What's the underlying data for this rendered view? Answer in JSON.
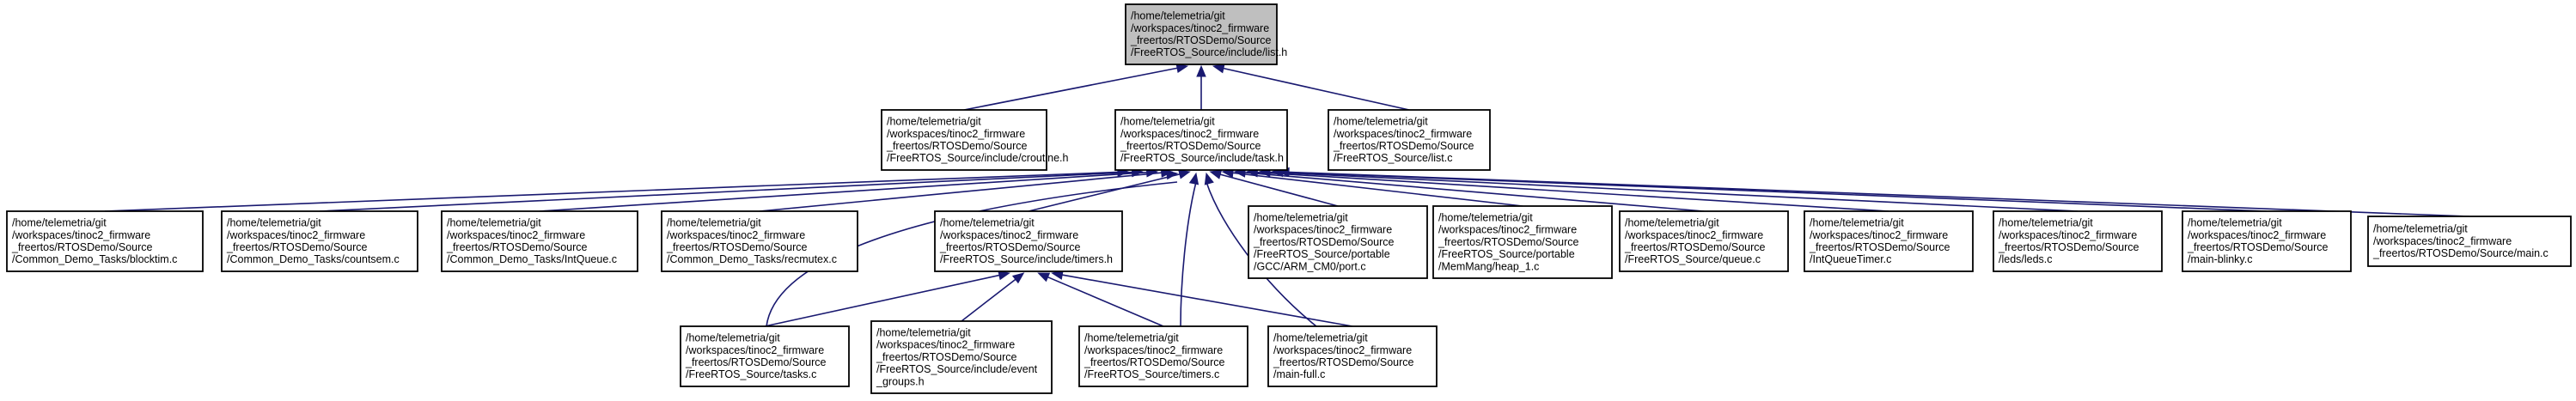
{
  "graph": {
    "nodes": [
      {
        "id": "list_h",
        "root": true,
        "lines": [
          "/home/telemetria/git",
          "/workspaces/tinoc2_firmware",
          "_freertos/RTOSDemo/Source",
          "/FreeRTOS_Source/include/list.h"
        ]
      },
      {
        "id": "croutine_h",
        "lines": [
          "/home/telemetria/git",
          "/workspaces/tinoc2_firmware",
          "_freertos/RTOSDemo/Source",
          "/FreeRTOS_Source/include/croutine.h"
        ]
      },
      {
        "id": "task_h",
        "lines": [
          "/home/telemetria/git",
          "/workspaces/tinoc2_firmware",
          "_freertos/RTOSDemo/Source",
          "/FreeRTOS_Source/include/task.h"
        ]
      },
      {
        "id": "list_c",
        "lines": [
          "/home/telemetria/git",
          "/workspaces/tinoc2_firmware",
          "_freertos/RTOSDemo/Source",
          "/FreeRTOS_Source/list.c"
        ]
      },
      {
        "id": "blocktim_c",
        "lines": [
          "/home/telemetria/git",
          "/workspaces/tinoc2_firmware",
          "_freertos/RTOSDemo/Source",
          "/Common_Demo_Tasks/blocktim.c"
        ]
      },
      {
        "id": "countsem_c",
        "lines": [
          "/home/telemetria/git",
          "/workspaces/tinoc2_firmware",
          "_freertos/RTOSDemo/Source",
          "/Common_Demo_Tasks/countsem.c"
        ]
      },
      {
        "id": "intqueue_c",
        "lines": [
          "/home/telemetria/git",
          "/workspaces/tinoc2_firmware",
          "_freertos/RTOSDemo/Source",
          "/Common_Demo_Tasks/IntQueue.c"
        ]
      },
      {
        "id": "recmutex_c",
        "lines": [
          "/home/telemetria/git",
          "/workspaces/tinoc2_firmware",
          "_freertos/RTOSDemo/Source",
          "/Common_Demo_Tasks/recmutex.c"
        ]
      },
      {
        "id": "timers_h",
        "lines": [
          "/home/telemetria/git",
          "/workspaces/tinoc2_firmware",
          "_freertos/RTOSDemo/Source",
          "/FreeRTOS_Source/include/timers.h"
        ]
      },
      {
        "id": "port_c",
        "lines": [
          "/home/telemetria/git",
          "/workspaces/tinoc2_firmware",
          "_freertos/RTOSDemo/Source",
          "/FreeRTOS_Source/portable",
          "/GCC/ARM_CM0/port.c"
        ]
      },
      {
        "id": "heap_1_c",
        "lines": [
          "/home/telemetria/git",
          "/workspaces/tinoc2_firmware",
          "_freertos/RTOSDemo/Source",
          "/FreeRTOS_Source/portable",
          "/MemMang/heap_1.c"
        ]
      },
      {
        "id": "queue_c",
        "lines": [
          "/home/telemetria/git",
          "/workspaces/tinoc2_firmware",
          "_freertos/RTOSDemo/Source",
          "/FreeRTOS_Source/queue.c"
        ]
      },
      {
        "id": "intqueuetimer_c",
        "lines": [
          "/home/telemetria/git",
          "/workspaces/tinoc2_firmware",
          "_freertos/RTOSDemo/Source",
          "/IntQueueTimer.c"
        ]
      },
      {
        "id": "leds_c",
        "lines": [
          "/home/telemetria/git",
          "/workspaces/tinoc2_firmware",
          "_freertos/RTOSDemo/Source",
          "/leds/leds.c"
        ]
      },
      {
        "id": "main_blinky_c",
        "lines": [
          "/home/telemetria/git",
          "/workspaces/tinoc2_firmware",
          "_freertos/RTOSDemo/Source",
          "/main-blinky.c"
        ]
      },
      {
        "id": "main_c",
        "lines": [
          "/home/telemetria/git",
          "/workspaces/tinoc2_firmware",
          "_freertos/RTOSDemo/Source/main.c"
        ]
      },
      {
        "id": "tasks_c",
        "lines": [
          "/home/telemetria/git",
          "/workspaces/tinoc2_firmware",
          "_freertos/RTOSDemo/Source",
          "/FreeRTOS_Source/tasks.c"
        ]
      },
      {
        "id": "event_groups_h",
        "lines": [
          "/home/telemetria/git",
          "/workspaces/tinoc2_firmware",
          "_freertos/RTOSDemo/Source",
          "/FreeRTOS_Source/include/event",
          "_groups.h"
        ]
      },
      {
        "id": "timers_c",
        "lines": [
          "/home/telemetria/git",
          "/workspaces/tinoc2_firmware",
          "_freertos/RTOSDemo/Source",
          "/FreeRTOS_Source/timers.c"
        ]
      },
      {
        "id": "main_full_c",
        "lines": [
          "/home/telemetria/git",
          "/workspaces/tinoc2_firmware",
          "_freertos/RTOSDemo/Source",
          "/main-full.c"
        ]
      }
    ],
    "edges": [
      {
        "from": "croutine_h",
        "to": "list_h"
      },
      {
        "from": "task_h",
        "to": "list_h"
      },
      {
        "from": "list_c",
        "to": "list_h"
      },
      {
        "from": "blocktim_c",
        "to": "task_h"
      },
      {
        "from": "countsem_c",
        "to": "task_h"
      },
      {
        "from": "intqueue_c",
        "to": "task_h"
      },
      {
        "from": "recmutex_c",
        "to": "task_h"
      },
      {
        "from": "timers_h",
        "to": "task_h"
      },
      {
        "from": "port_c",
        "to": "task_h"
      },
      {
        "from": "heap_1_c",
        "to": "task_h"
      },
      {
        "from": "queue_c",
        "to": "task_h"
      },
      {
        "from": "intqueuetimer_c",
        "to": "task_h"
      },
      {
        "from": "leds_c",
        "to": "task_h"
      },
      {
        "from": "main_blinky_c",
        "to": "task_h"
      },
      {
        "from": "main_c",
        "to": "task_h"
      },
      {
        "from": "tasks_c",
        "to": "task_h"
      },
      {
        "from": "timers_c",
        "to": "task_h"
      },
      {
        "from": "main_full_c",
        "to": "task_h"
      },
      {
        "from": "tasks_c",
        "to": "timers_h"
      },
      {
        "from": "event_groups_h",
        "to": "timers_h"
      },
      {
        "from": "timers_c",
        "to": "timers_h"
      },
      {
        "from": "main_full_c",
        "to": "timers_h"
      }
    ]
  },
  "colors": {
    "edge": "#191970",
    "root_fill": "#bfbfbf",
    "node_border": "#000000"
  }
}
